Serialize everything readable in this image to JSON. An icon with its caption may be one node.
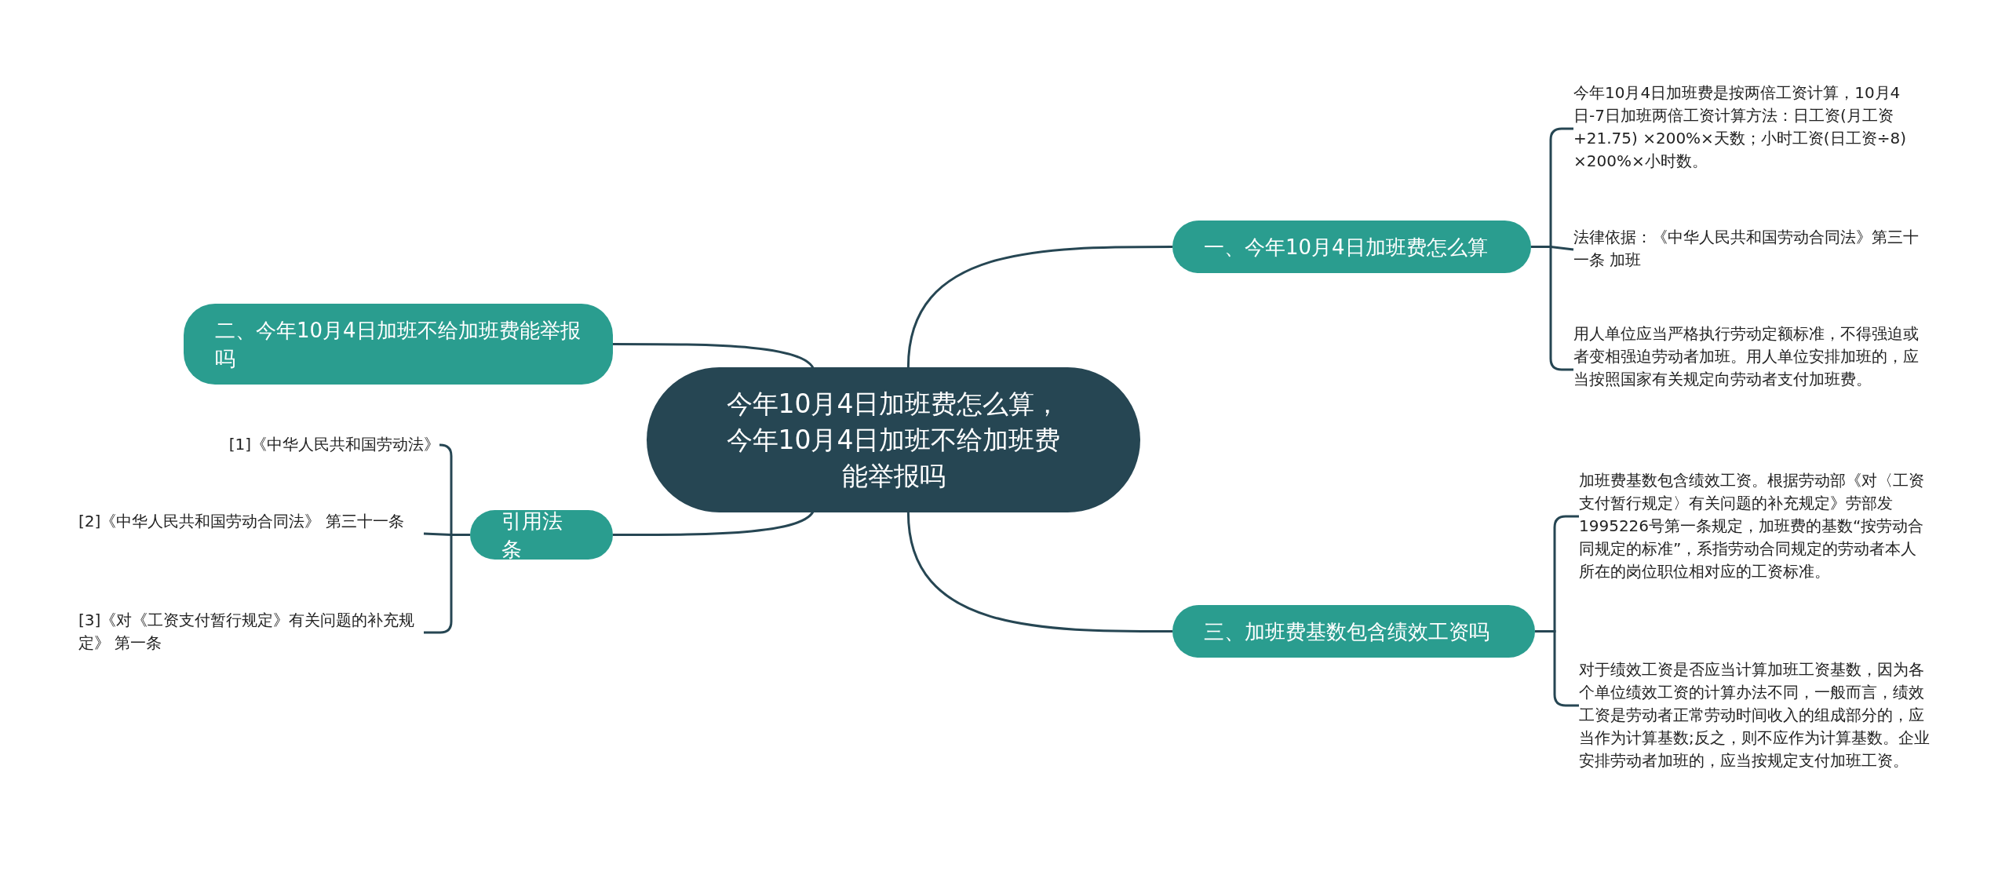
{
  "diagram": {
    "nodes": [
      {
        "text": [
          "今年10月4日加班费怎么算，今年10月4日加班不给加班费能举报吗"
        ]
      },
      {
        "text": [
          "一、今年10月4日加班费怎么算"
        ]
      },
      {
        "text": [
          "今年10月4日加班费是按两倍工资计算，10月4日-7日加班两倍工资计算方法：日工资(月工资+21.75) ×200%×天数；小时工资(日工资÷8) ×200%×小时数。"
        ]
      },
      {
        "text": [
          "法律依据：《中华人民共和国劳动合同法》第三十一条 加班"
        ]
      },
      {
        "text": [
          "用人单位应当严格执行劳动定额标准，不得强迫或者变相强迫劳动者加班。用人单位安排加班的，应当按照国家有关规定向劳动者支付加班费。"
        ]
      },
      {
        "text": [
          "三、加班费基数包含绩效工资吗"
        ]
      },
      {
        "text": [
          "加班费基数包含绩效工资。根据劳动部《对〈工资支付暂行规定〉有关问题的补充规定》劳部发1995226号第一条规定，加班费的基数“按劳动合同规定的标准”，系指劳动合同规定的劳动者本人所在的岗位职位相对应的工资标准。"
        ]
      },
      {
        "text": [
          "对于绩效工资是否应当计算加班工资基数，因为各个单位绩效工资的计算办法不同，一般而言，绩效工资是劳动者正常劳动时间收入的组成部分的，应当作为计算基数;反之，则不应作为计算基数。企业安排劳动者加班的，应当按规定支付加班工资。"
        ]
      },
      {
        "text": [
          "二、今年10月4日加班不给加班费能举报吗"
        ]
      },
      {
        "text": [
          "引用法条"
        ]
      },
      {
        "text": [
          "[1]《中华人民共和国劳动法》"
        ]
      },
      {
        "text": [
          "[2]《中华人民共和国劳动合同法》 第三十一条"
        ]
      },
      {
        "text": [
          "[3]《对《工资支付暂行规定》有关问题的补充规定》 第一条"
        ]
      }
    ],
    "edges": [
      {
        "from": 0,
        "to": 1,
        "arrow": "none"
      },
      {
        "from": 1,
        "to": 2,
        "arrow": "none"
      },
      {
        "from": 1,
        "to": 3,
        "arrow": "none"
      },
      {
        "from": 1,
        "to": 4,
        "arrow": "none"
      },
      {
        "from": 0,
        "to": 5,
        "arrow": "none"
      },
      {
        "from": 5,
        "to": 6,
        "arrow": "none"
      },
      {
        "from": 5,
        "to": 7,
        "arrow": "none"
      },
      {
        "from": 0,
        "to": 8,
        "arrow": "none"
      },
      {
        "from": 0,
        "to": 9,
        "arrow": "none"
      },
      {
        "from": 9,
        "to": 10,
        "arrow": "none"
      },
      {
        "from": 9,
        "to": 11,
        "arrow": "none"
      },
      {
        "from": 9,
        "to": 12,
        "arrow": "none"
      }
    ]
  }
}
